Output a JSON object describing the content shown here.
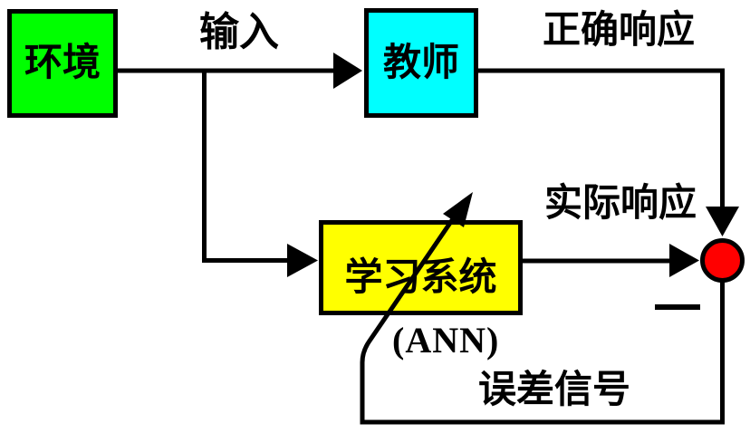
{
  "nodes": {
    "environment": {
      "label": "环境",
      "fill": "#00ff00"
    },
    "teacher": {
      "label": "教师",
      "fill": "#00ffff"
    },
    "learning_system": {
      "label": "学习系统",
      "sublabel": "(ANN)",
      "fill": "#ffff00"
    },
    "comparator": {
      "fill": "#ff0000",
      "minus_sign": "−"
    }
  },
  "labels": {
    "input": "输入",
    "correct_response": "正确响应",
    "actual_response": "实际响应",
    "error_signal": "误差信号"
  },
  "colors": {
    "background": "#ffffff",
    "line": "#000000"
  }
}
